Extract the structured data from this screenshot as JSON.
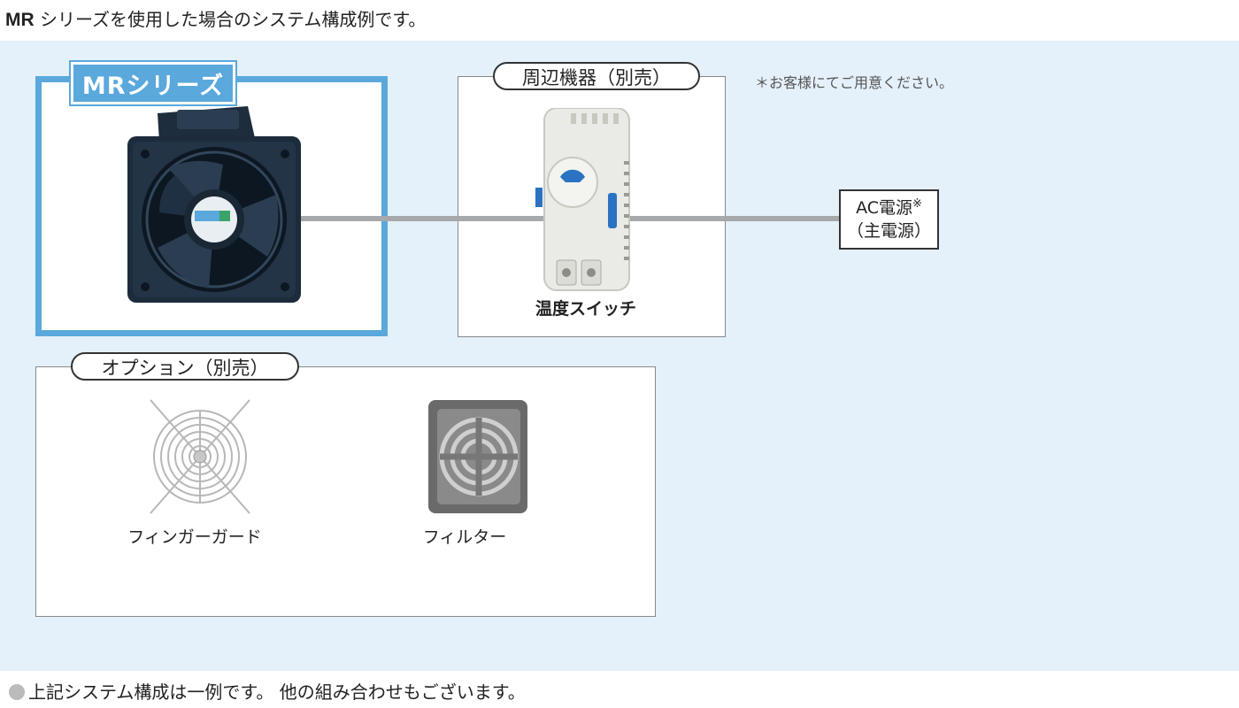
{
  "header": {
    "caption_mr": "MR",
    "caption_rest": " シリーズを使用した場合のシステム構成例です。"
  },
  "mr_series": {
    "tab_label": "MRシリーズ",
    "image_icon": "axial-fan-icon"
  },
  "peripherals": {
    "title": "周辺機器（別売）",
    "note": "＊お客様にてご用意ください。",
    "items": [
      {
        "label": "温度スイッチ",
        "image_icon": "temperature-switch-icon"
      }
    ]
  },
  "power": {
    "line1": "AC電源",
    "asterisk": "※",
    "line2": "（主電源）"
  },
  "options": {
    "title": "オプション（別売）",
    "items": [
      {
        "label": "フィンガーガード",
        "image_icon": "finger-guard-icon"
      },
      {
        "label": "フィルター",
        "image_icon": "filter-icon"
      }
    ]
  },
  "footer": {
    "note": "上記システム構成は一例です。 他の組み合わせもございます。"
  },
  "colors": {
    "accent": "#5aa8dc",
    "background": "#e4f0fa",
    "cable": "#a6a9ab"
  }
}
